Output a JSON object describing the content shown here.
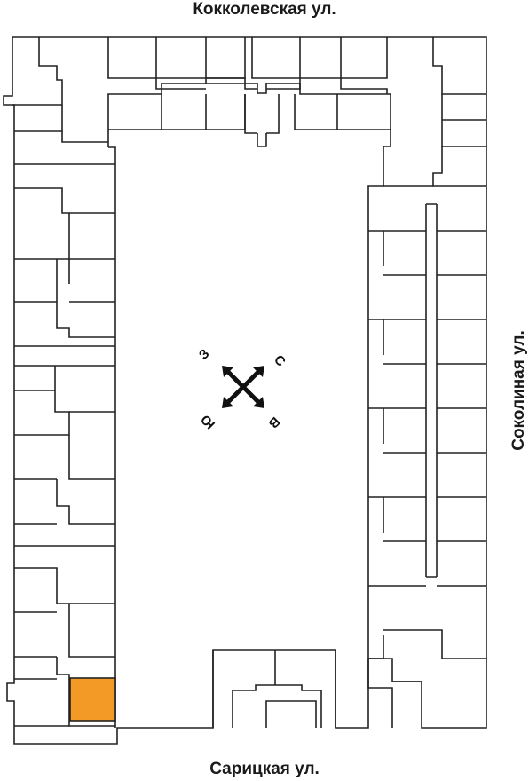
{
  "streets": {
    "top": "Кокколевская ул.",
    "bottom": "Сарицкая ул.",
    "right": "Соколиная ул."
  },
  "compass": {
    "north": "С",
    "south": "Ю",
    "east": "В",
    "west": "З"
  },
  "colors": {
    "walls": "#222222",
    "highlight": "#F39A26",
    "background": "#ffffff"
  },
  "selected_unit": {
    "state": "highlighted"
  }
}
